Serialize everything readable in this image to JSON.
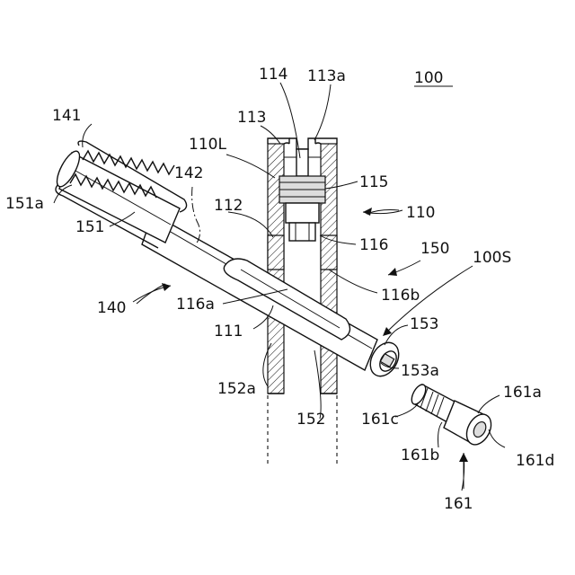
{
  "labels": {
    "l100": "100",
    "l114": "114",
    "l113a": "113a",
    "l113": "113",
    "l141": "141",
    "l110L": "110L",
    "l142": "142",
    "l115": "115",
    "l151a": "151a",
    "l110": "110",
    "l112": "112",
    "l151": "151",
    "l116": "116",
    "l150": "150",
    "l100S": "100S",
    "l140": "140",
    "l116b": "116b",
    "l116a": "116a",
    "l153": "153",
    "l111": "111",
    "l153a": "153a",
    "l152a": "152a",
    "l161a": "161a",
    "l161c": "161c",
    "l152": "152",
    "l161b": "161b",
    "l161d": "161d",
    "l161": "161"
  }
}
